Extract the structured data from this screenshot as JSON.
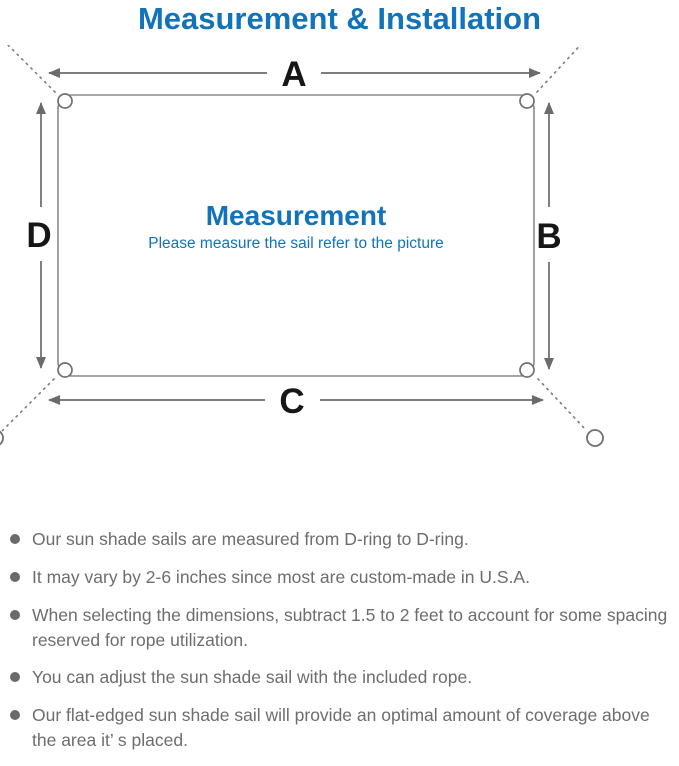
{
  "title": "Measurement & Installation",
  "diagram": {
    "dimension_labels": {
      "top": "A",
      "right": "B",
      "bottom": "C",
      "left": "D"
    },
    "center_title": "Measurement",
    "center_subtitle": "Please measure the sail refer to the picture"
  },
  "notes": [
    "Our sun shade sails are measured from D-ring to D-ring.",
    "It may vary by 2-6 inches since most are custom-made in U.S.A.",
    "When selecting the dimensions, subtract 1.5 to 2 feet to account for some spacing reserved for rope utilization.",
    "You can adjust the sun shade sail with the included rope.",
    "Our flat-edged sun shade sail will provide an optimal amount of coverage above the area it’ s placed."
  ],
  "colors": {
    "accent_blue": "#1173b9",
    "note_text_gray": "#6d6d6d",
    "outline_gray": "#8a8a8a",
    "arrow_gray": "#6b6b6b",
    "label_black": "#161616"
  }
}
